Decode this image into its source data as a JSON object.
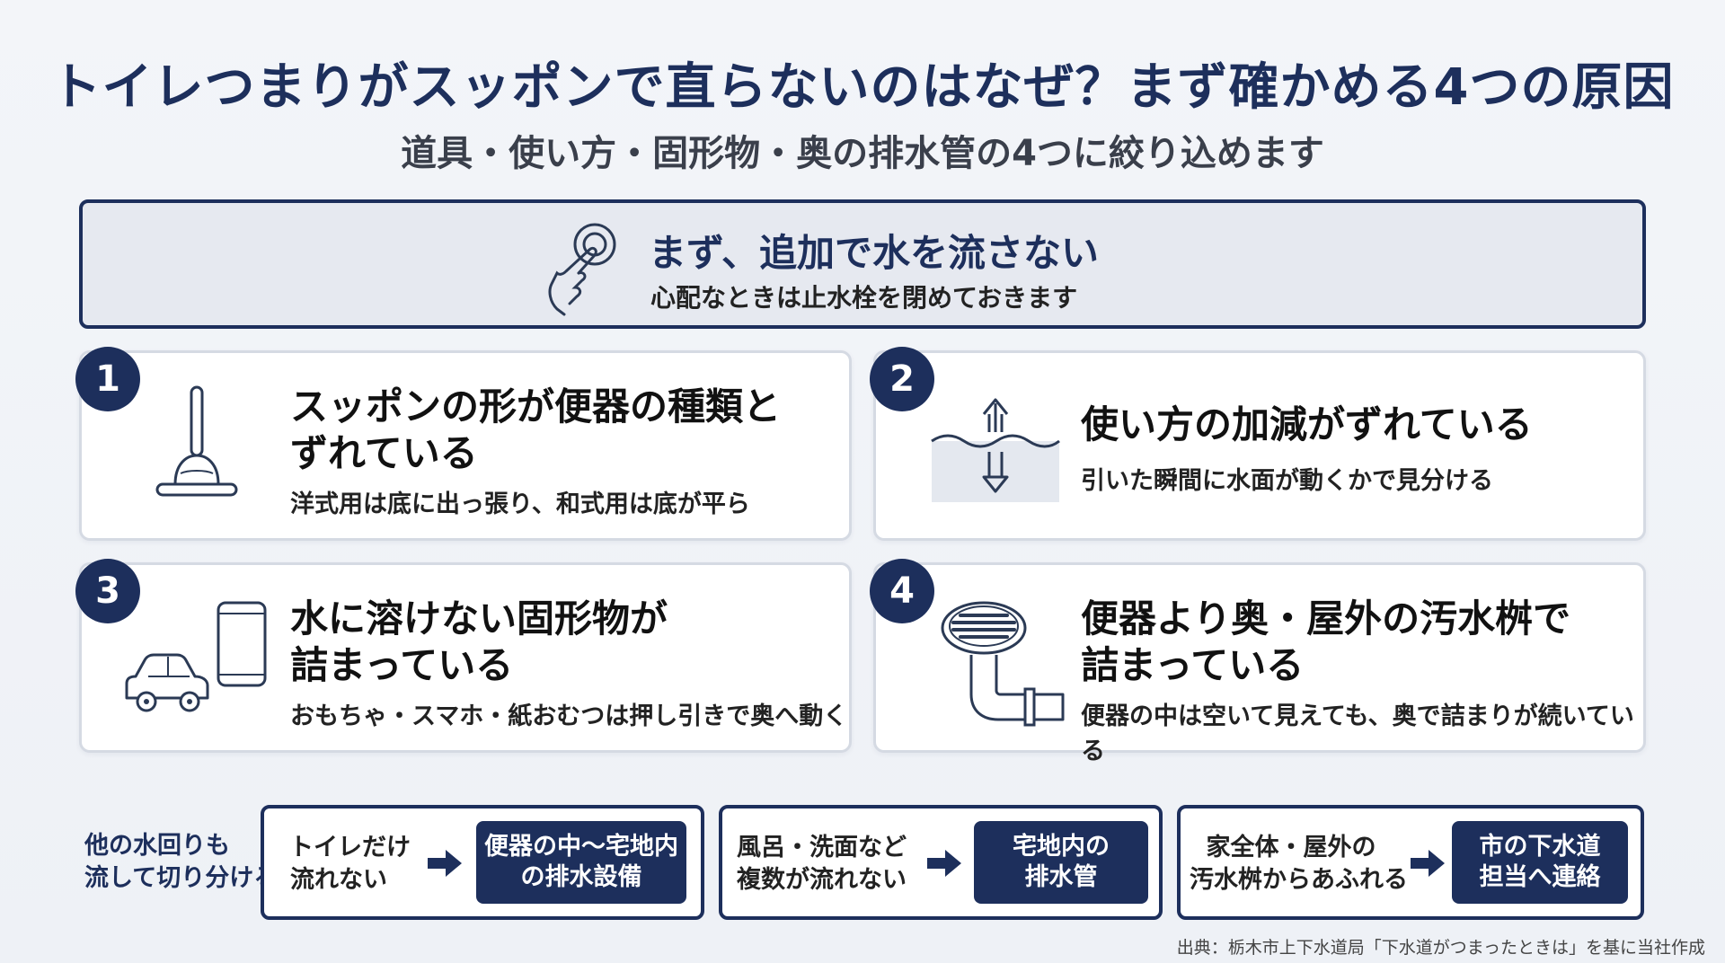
{
  "title": "トイレつまりがスッポンで直らないのはなぜ？まず確かめる4つの原因",
  "subtitle": "道具・使い方・固形物・奥の排水管の4つに絞り込めます",
  "banner": {
    "icon": "hand-press-icon",
    "title": "まず、追加で水を流さない",
    "subtitle": "心配なときは止水栓を閉めておきます"
  },
  "causes": [
    {
      "number": "1",
      "title_line1": "スッポンの形が便器の種類と",
      "title_line2": "ずれている",
      "description": "洋式用は底に出っ張り、和式用は底が平ら",
      "icon": "plunger-icon"
    },
    {
      "number": "2",
      "title_line1": "使い方の加減がずれている",
      "title_line2": "",
      "description": "引いた瞬間に水面が動くかで見分ける",
      "icon": "water-level-icon"
    },
    {
      "number": "3",
      "title_line1": "水に溶けない固形物が",
      "title_line2": "詰まっている",
      "description": "おもちゃ・スマホ・紙おむつは押し引きで奥へ動く",
      "icon": "toy-car-phone-icon"
    },
    {
      "number": "4",
      "title_line1": "便器より奥・屋外の汚水桝で",
      "title_line2": "詰まっている",
      "description": "便器の中は空いて見えても、奥で詰まりが続いている",
      "icon": "drain-pipe-icon"
    }
  ],
  "footer": {
    "label_line1": "他の水回りも",
    "label_line2": "流して切り分ける",
    "flows": [
      {
        "condition_line1": "トイレだけ",
        "condition_line2": "流れない",
        "result_line1": "便器の中〜宅地内",
        "result_line2": "の排水設備"
      },
      {
        "condition_line1": "風呂・洗面など",
        "condition_line2": "複数が流れない",
        "result_line1": "宅地内の",
        "result_line2": "排水管"
      },
      {
        "condition_line1": "家全体・屋外の",
        "condition_line2": "汚水桝からあふれる",
        "result_line1": "市の下水道",
        "result_line2": "担当へ連絡"
      }
    ]
  },
  "source": "出典：栃木市上下水道局「下水道がつまったときは」を基に当社作成",
  "colors": {
    "navy": "#1d2f5c",
    "card_border": "#d5dae3",
    "banner_bg": "#e6e9f0"
  }
}
